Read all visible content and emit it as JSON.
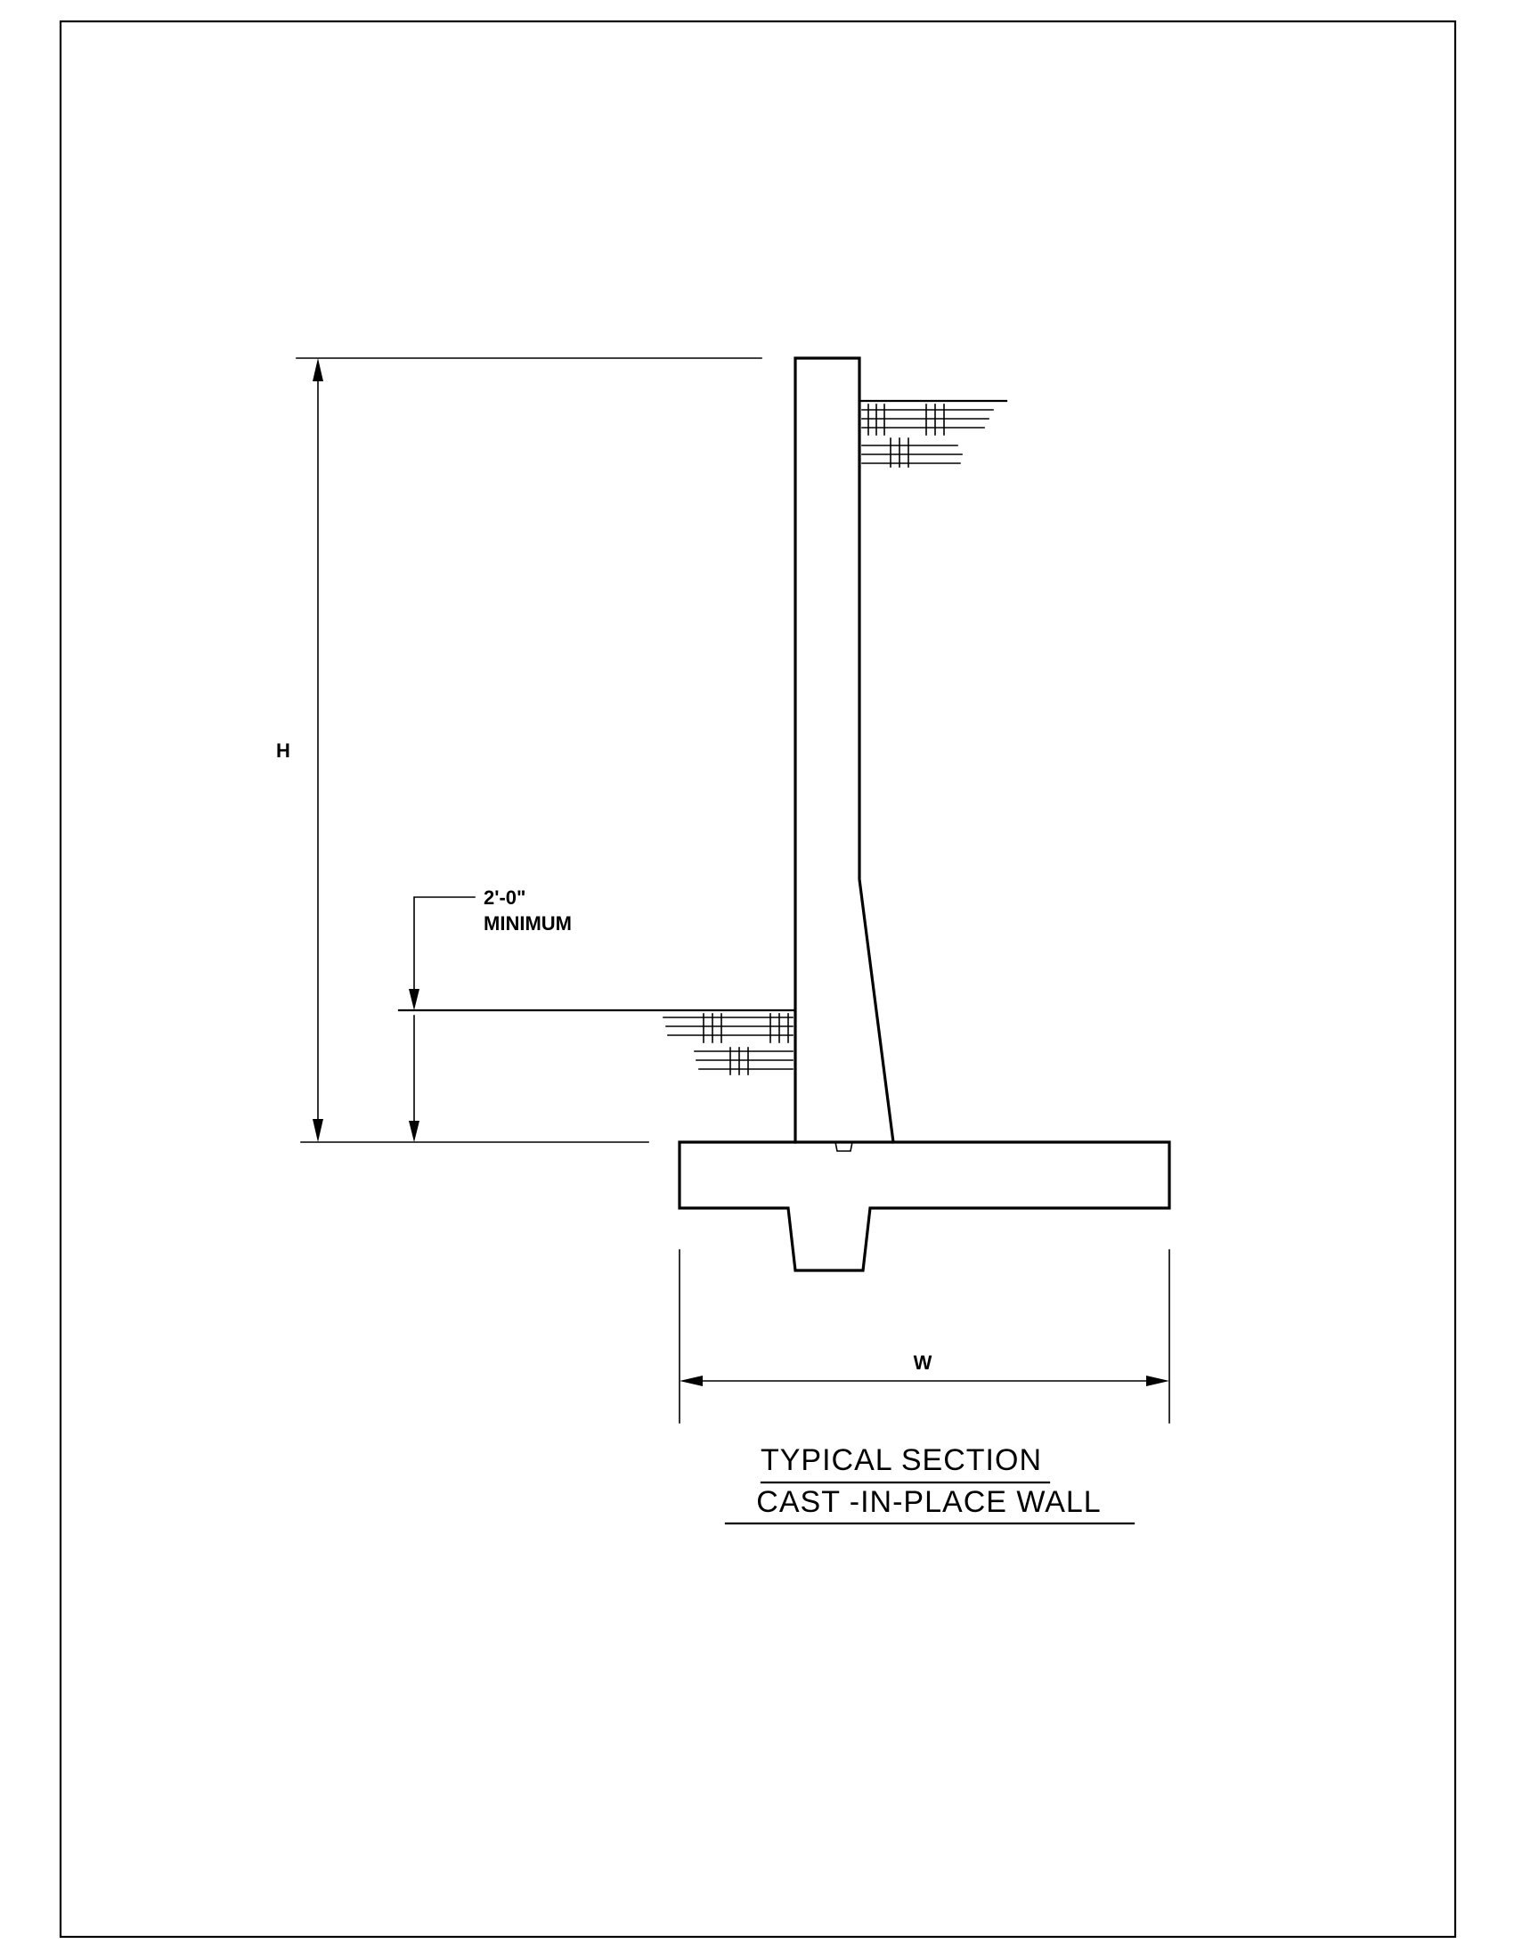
{
  "dimensions": {
    "height_label": "H",
    "width_label": "W",
    "min_embed_line1": "2'-0\"",
    "min_embed_line2": "MINIMUM"
  },
  "title": {
    "line1": "TYPICAL SECTION",
    "line2": "CAST -IN-PLACE WALL"
  }
}
